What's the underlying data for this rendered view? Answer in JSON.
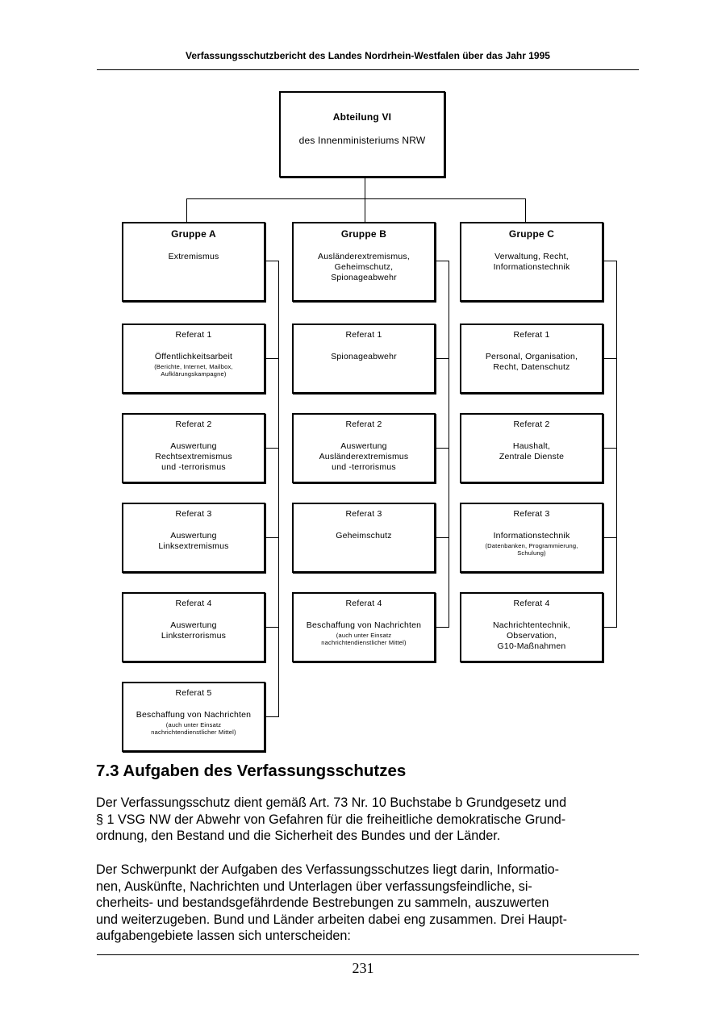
{
  "header": {
    "title": "Verfassungsschutzbericht des Landes Nordrhein-Westfalen über das Jahr 1995"
  },
  "org": {
    "root": {
      "title": "Abteilung VI",
      "subtitle": "des Innenministeriums NRW"
    },
    "groups": [
      {
        "title": "Gruppe A",
        "desc": [
          "Extremismus"
        ],
        "referate": [
          {
            "title": "Referat 1",
            "desc": [
              "Öffentlichkeitsarbeit"
            ],
            "small": [
              "(Berichte, Internet, Mailbox,",
              "Aufklärungskampagne)"
            ]
          },
          {
            "title": "Referat 2",
            "desc": [
              "Auswertung",
              "Rechtsextremismus",
              "und -terrorismus"
            ],
            "small": []
          },
          {
            "title": "Referat 3",
            "desc": [
              "Auswertung",
              "Linksextremismus"
            ],
            "small": []
          },
          {
            "title": "Referat 4",
            "desc": [
              "Auswertung",
              "Linksterrorismus"
            ],
            "small": []
          },
          {
            "title": "Referat 5",
            "desc": [
              "Beschaffung von Nachrichten"
            ],
            "small": [
              "(auch unter Einsatz",
              "nachrichtendienstlicher Mittel)"
            ]
          }
        ]
      },
      {
        "title": "Gruppe B",
        "desc": [
          "Ausländerextremismus,",
          "Geheimschutz,",
          "Spionageabwehr"
        ],
        "referate": [
          {
            "title": "Referat 1",
            "desc": [
              "Spionageabwehr"
            ],
            "small": []
          },
          {
            "title": "Referat 2",
            "desc": [
              "Auswertung",
              "Ausländerextremismus",
              "und -terrorismus"
            ],
            "small": []
          },
          {
            "title": "Referat 3",
            "desc": [
              "Geheimschutz"
            ],
            "small": []
          },
          {
            "title": "Referat 4",
            "desc": [
              "Beschaffung von Nachrichten"
            ],
            "small": [
              "(auch unter Einsatz",
              "nachrichtendienstlicher Mittel)"
            ]
          }
        ]
      },
      {
        "title": "Gruppe C",
        "desc": [
          "Verwaltung, Recht,",
          "Informationstechnik"
        ],
        "referate": [
          {
            "title": "Referat 1",
            "desc": [
              "Personal, Organisation,",
              "Recht, Datenschutz"
            ],
            "small": []
          },
          {
            "title": "Referat 2",
            "desc": [
              "Haushalt,",
              "Zentrale Dienste"
            ],
            "small": []
          },
          {
            "title": "Referat 3",
            "desc": [
              "Informationstechnik"
            ],
            "small": [
              "(Datenbanken, Programmierung,",
              "Schulung)"
            ]
          },
          {
            "title": "Referat 4",
            "desc": [
              "Nachrichtentechnik,",
              "Observation,",
              "G10-Maßnahmen"
            ],
            "small": []
          }
        ]
      }
    ]
  },
  "section": {
    "heading": "7.3 Aufgaben des Verfassungsschutzes",
    "paragraphs": [
      [
        "Der Verfassungsschutz dient gemäß Art. 73 Nr. 10 Buchstabe b Grundgesetz und",
        "§ 1 VSG NW der Abwehr von Gefahren für die freiheitliche demokratische Grund-",
        "ordnung, den Bestand und die Sicherheit des Bundes und der Länder."
      ],
      [
        "Der Schwerpunkt der Aufgaben des Verfassungsschutzes liegt darin, Informatio-",
        "nen, Auskünfte, Nachrichten und Unterlagen über verfassungsfeindliche, si-",
        "cherheits- und bestandsgefährdende Bestrebungen zu sammeln, auszuwerten",
        "und weiterzugeben. Bund und Länder arbeiten dabei eng zusammen. Drei Haupt-",
        "aufgabengebiete lassen sich unterscheiden:"
      ]
    ]
  },
  "footer": {
    "page_number": "231"
  }
}
